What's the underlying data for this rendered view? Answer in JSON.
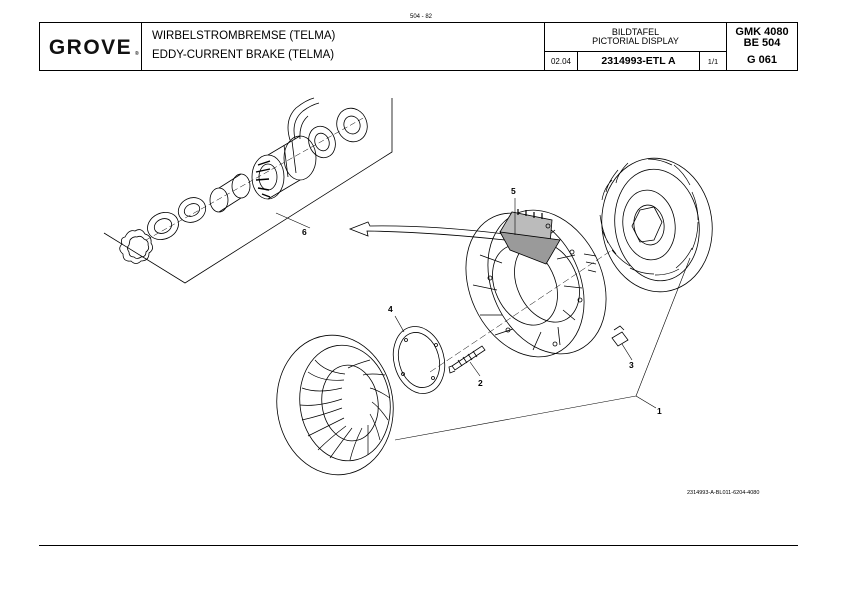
{
  "page_number": "504 - 82",
  "header": {
    "logo": "GROVE",
    "logo_mark": "®",
    "title_de": "WIRBELSTROMBREMSE (TELMA)",
    "title_en": "EDDY-CURRENT BRAKE (TELMA)",
    "pictorial_de": "BILDTAFEL",
    "pictorial_en": "PICTORIAL DISPLAY",
    "date": "02.04",
    "drawing_number": "2314993-ETL A",
    "sheet": "1/1",
    "model": "GMK 4080",
    "group": "BE 504",
    "page_code": "G 061"
  },
  "callouts": [
    "1",
    "2",
    "3",
    "4",
    "5",
    "6"
  ],
  "drawing_id": "2314993-A-BL011-6204-4080"
}
